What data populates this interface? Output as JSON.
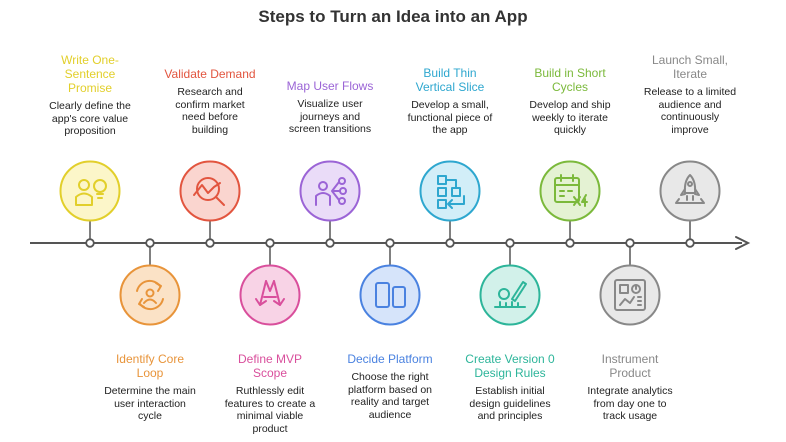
{
  "title": "Steps to Turn an Idea into an App",
  "steps": [
    {
      "title": "Write One-Sentence Promise",
      "title_lines": [
        "Write One-",
        "Sentence",
        "Promise"
      ],
      "desc_lines": [
        "Clearly define the",
        "app's core value",
        "proposition"
      ],
      "color": "#e2cf2b",
      "fill": "#fcf6c9",
      "icon": "person-lightbulb-icon",
      "position": "top"
    },
    {
      "title": "Identify Core Loop",
      "title_lines": [
        "Identify Core",
        "Loop"
      ],
      "desc_lines": [
        "Determine the main",
        "user interaction",
        "cycle"
      ],
      "color": "#e8943a",
      "fill": "#fbe2c6",
      "icon": "cycle-person-icon",
      "position": "bottom"
    },
    {
      "title": "Validate Demand",
      "title_lines": [
        "Validate Demand"
      ],
      "desc_lines": [
        "Research and",
        "confirm market",
        "need before",
        "building"
      ],
      "color": "#e2553f",
      "fill": "#fad5cf",
      "icon": "magnifier-chart-icon",
      "position": "top"
    },
    {
      "title": "Define MVP Scope",
      "title_lines": [
        "Define MVP",
        "Scope"
      ],
      "desc_lines": [
        "Ruthlessly edit",
        "features to create a",
        "minimal viable",
        "product"
      ],
      "color": "#d94f9c",
      "fill": "#f8d3e6",
      "icon": "scissors-icon",
      "position": "bottom"
    },
    {
      "title": "Map User Flows",
      "title_lines": [
        "Map User Flows"
      ],
      "desc_lines": [
        "Visualize user",
        "journeys and",
        "screen transitions"
      ],
      "color": "#9b64d6",
      "fill": "#eadcf8",
      "icon": "user-flow-icon",
      "position": "top"
    },
    {
      "title": "Decide Platform",
      "title_lines": [
        "Decide Platform"
      ],
      "desc_lines": [
        "Choose the right",
        "platform based on",
        "reality and target",
        "audience"
      ],
      "color": "#4a82e0",
      "fill": "#d6e4fa",
      "icon": "devices-icon",
      "position": "bottom"
    },
    {
      "title": "Build Thin Vertical Slice",
      "title_lines": [
        "Build Thin",
        "Vertical Slice"
      ],
      "desc_lines": [
        "Develop a small,",
        "functional piece of",
        "the app"
      ],
      "color": "#2ea7cf",
      "fill": "#d2eef8",
      "icon": "blocks-icon",
      "position": "top"
    },
    {
      "title": "Create Version 0 Design Rules",
      "title_lines": [
        "Create Version 0",
        "Design Rules"
      ],
      "desc_lines": [
        "Establish initial",
        "design guidelines",
        "and principles"
      ],
      "color": "#2db59a",
      "fill": "#d2f1ea",
      "icon": "ruler-pencil-icon",
      "position": "bottom"
    },
    {
      "title": "Build in Short Cycles",
      "title_lines": [
        "Build in Short",
        "Cycles"
      ],
      "desc_lines": [
        "Develop and ship",
        "weekly to iterate",
        "quickly"
      ],
      "color": "#7bb93b",
      "fill": "#e4f2d3",
      "icon": "calendar-x4-icon",
      "position": "top"
    },
    {
      "title": "Instrument Product",
      "title_lines": [
        "Instrument",
        "Product"
      ],
      "desc_lines": [
        "Integrate analytics",
        "from day one to",
        "track usage"
      ],
      "color": "#888888",
      "fill": "#e8e8e8",
      "icon": "dashboard-icon",
      "position": "bottom"
    },
    {
      "title": "Launch Small, Iterate",
      "title_lines": [
        "Launch Small,",
        "Iterate"
      ],
      "desc_lines": [
        "Release to a limited",
        "audience and",
        "continuously",
        "improve"
      ],
      "color": "#888888",
      "fill": "#e8e8e8",
      "icon": "rocket-launch-icon",
      "position": "top"
    }
  ]
}
